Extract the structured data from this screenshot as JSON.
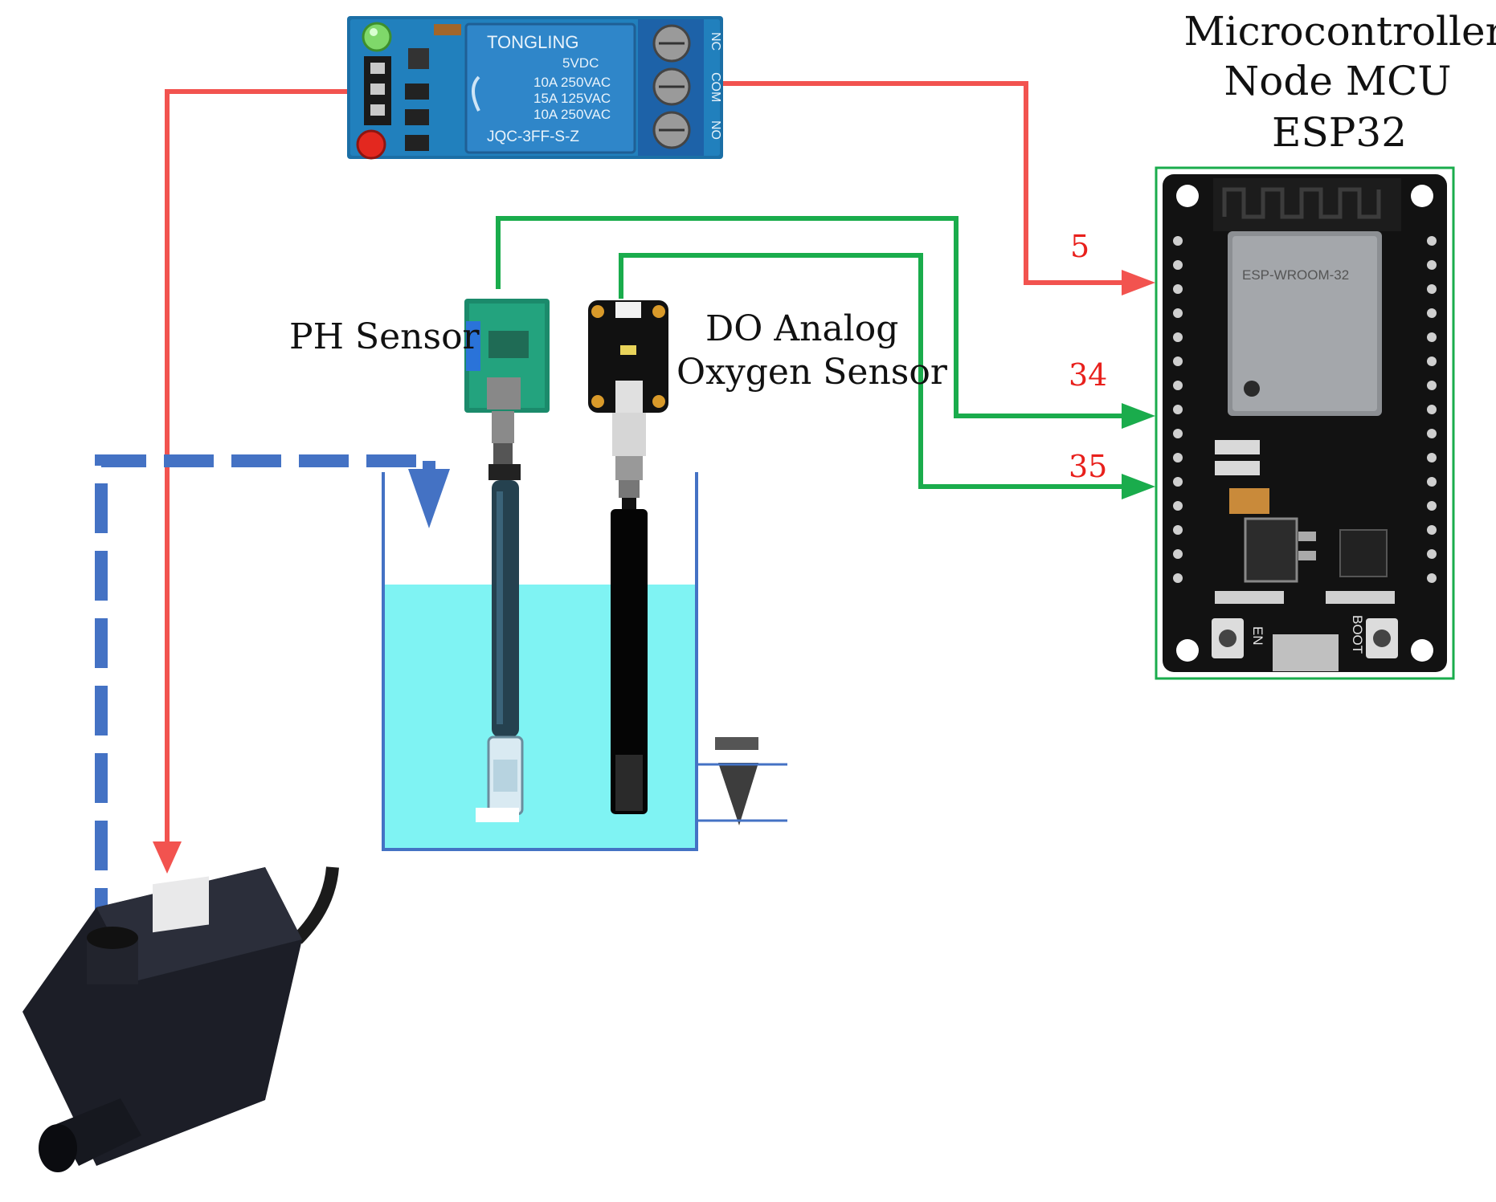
{
  "labels": {
    "mcu_line1": "Microcontroller",
    "mcu_line2": "Node MCU",
    "mcu_line3": "ESP32",
    "ph_sensor": "PH Sensor",
    "do_line1": "DO Analog",
    "do_line2": "Oxygen Sensor"
  },
  "pins": {
    "relay_pin": "5",
    "ph_pin": "34",
    "do_pin": "35"
  },
  "relay": {
    "brand": "TONGLING",
    "v1": "5VDC",
    "v2": "10A 250VAC",
    "v3": "15A 125VAC",
    "v4": "10A 250VAC",
    "model": "JQC-3FF-S-Z",
    "term_nc": "NC",
    "term_com": "COM",
    "term_no": "NO"
  },
  "esp32": {
    "module": "ESP-WROOM-32",
    "btn_en": "EN",
    "btn_boot": "BOOT"
  },
  "colors": {
    "relay_wire": "#f2534f",
    "signal_wire": "#1aac4c",
    "water_pipe": "#4472c4",
    "water": "#7ff3f3",
    "pin_label": "#e8201c",
    "mcu_frame": "#1aac4c"
  },
  "icons": {
    "relay": "relay-module-icon",
    "esp32": "esp32-board-icon",
    "pump": "water-pump-icon",
    "ph": "ph-probe-icon",
    "do": "do-probe-icon",
    "level": "water-level-icon"
  }
}
